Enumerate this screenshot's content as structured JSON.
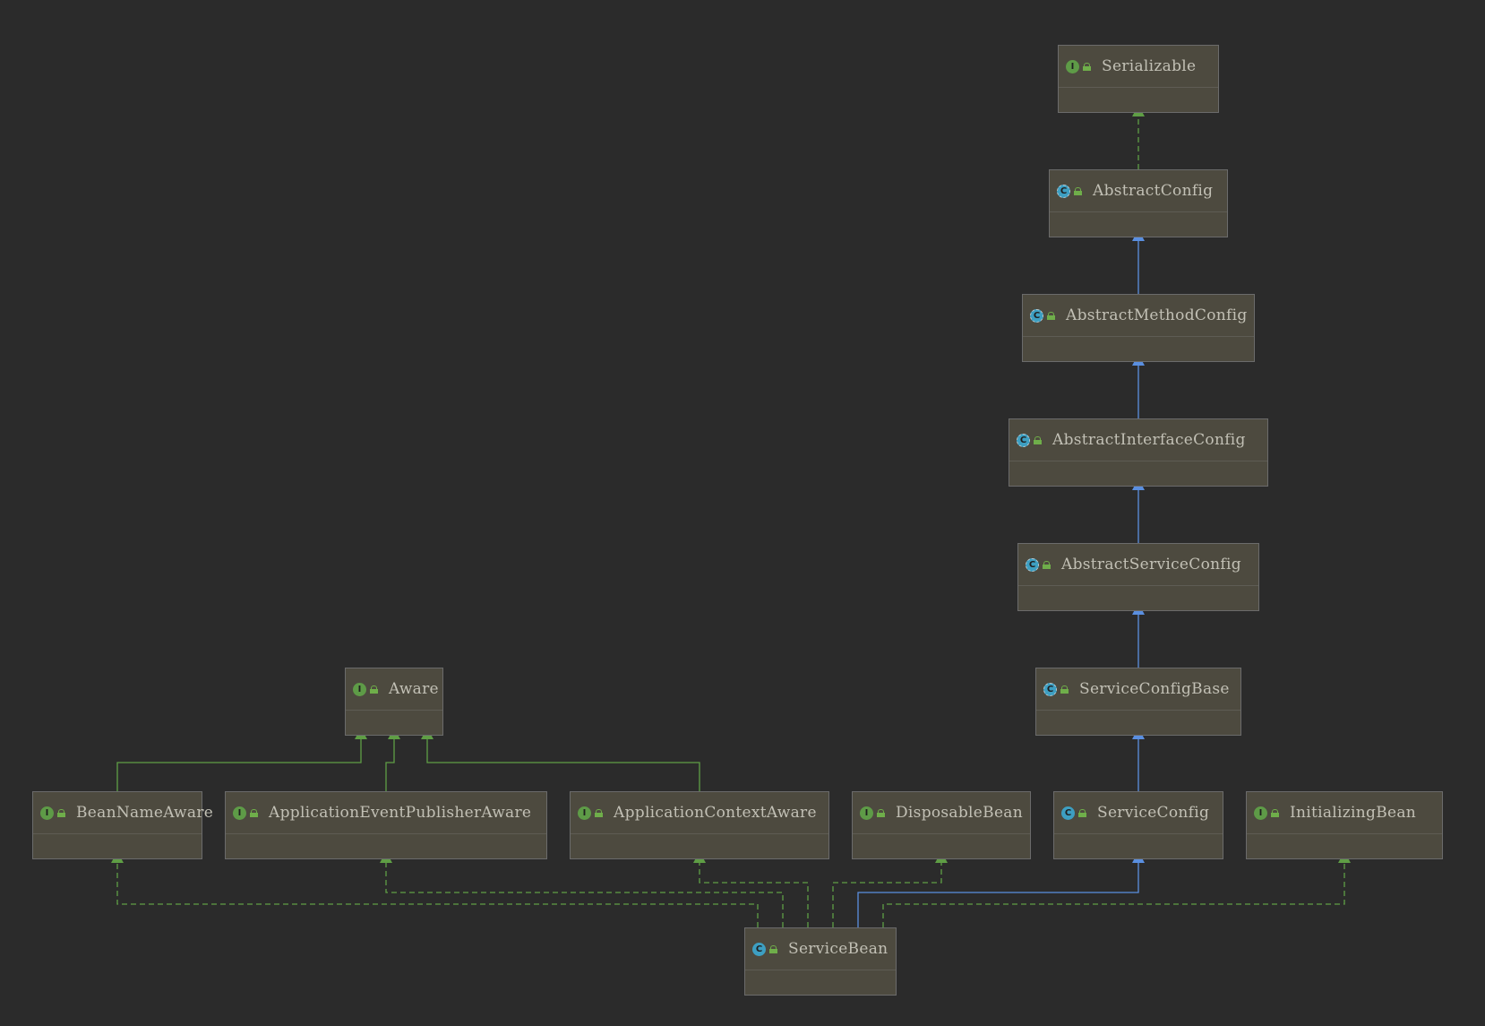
{
  "colors": {
    "background": "#2b2b2b",
    "interface_edge": "#5f9e45",
    "class_edge": "#5a8fe0",
    "node_fill": "#4d4a3f"
  },
  "nodes": [
    {
      "id": "serializable",
      "label": "Serializable",
      "kind": "interface"
    },
    {
      "id": "abstract-config",
      "label": "AbstractConfig",
      "kind": "abstract"
    },
    {
      "id": "abstract-method-config",
      "label": "AbstractMethodConfig",
      "kind": "abstract"
    },
    {
      "id": "abstract-interface-config",
      "label": "AbstractInterfaceConfig",
      "kind": "abstract"
    },
    {
      "id": "abstract-service-config",
      "label": "AbstractServiceConfig",
      "kind": "abstract"
    },
    {
      "id": "service-config-base",
      "label": "ServiceConfigBase",
      "kind": "abstract"
    },
    {
      "id": "aware",
      "label": "Aware",
      "kind": "interface"
    },
    {
      "id": "bean-name-aware",
      "label": "BeanNameAware",
      "kind": "interface"
    },
    {
      "id": "application-event-publisher-aware",
      "label": "ApplicationEventPublisherAware",
      "kind": "interface"
    },
    {
      "id": "application-context-aware",
      "label": "ApplicationContextAware",
      "kind": "interface"
    },
    {
      "id": "disposable-bean",
      "label": "DisposableBean",
      "kind": "interface"
    },
    {
      "id": "service-config",
      "label": "ServiceConfig",
      "kind": "class"
    },
    {
      "id": "initializing-bean",
      "label": "InitializingBean",
      "kind": "interface"
    },
    {
      "id": "service-bean",
      "label": "ServiceBean",
      "kind": "class"
    }
  ],
  "edges": [
    {
      "from": "abstract-config",
      "to": "serializable",
      "type": "implements"
    },
    {
      "from": "abstract-method-config",
      "to": "abstract-config",
      "type": "extends"
    },
    {
      "from": "abstract-interface-config",
      "to": "abstract-method-config",
      "type": "extends"
    },
    {
      "from": "abstract-service-config",
      "to": "abstract-interface-config",
      "type": "extends"
    },
    {
      "from": "service-config-base",
      "to": "abstract-service-config",
      "type": "extends"
    },
    {
      "from": "service-config",
      "to": "service-config-base",
      "type": "extends"
    },
    {
      "from": "bean-name-aware",
      "to": "aware",
      "type": "interface-extends"
    },
    {
      "from": "application-event-publisher-aware",
      "to": "aware",
      "type": "interface-extends"
    },
    {
      "from": "application-context-aware",
      "to": "aware",
      "type": "interface-extends"
    },
    {
      "from": "service-bean",
      "to": "bean-name-aware",
      "type": "implements"
    },
    {
      "from": "service-bean",
      "to": "application-event-publisher-aware",
      "type": "implements"
    },
    {
      "from": "service-bean",
      "to": "application-context-aware",
      "type": "implements"
    },
    {
      "from": "service-bean",
      "to": "disposable-bean",
      "type": "implements"
    },
    {
      "from": "service-bean",
      "to": "service-config",
      "type": "extends"
    },
    {
      "from": "service-bean",
      "to": "initializing-bean",
      "type": "implements"
    }
  ]
}
